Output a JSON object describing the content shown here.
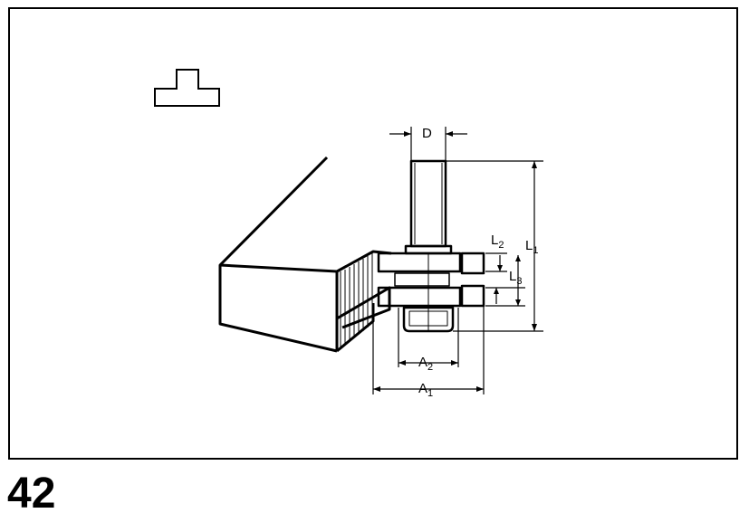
{
  "page_number": "42",
  "labels": {
    "d": "D",
    "l1": {
      "main": "L",
      "sub": "1"
    },
    "l2": {
      "main": "L",
      "sub": "2"
    },
    "l3": {
      "main": "L",
      "sub": "3"
    },
    "a1": {
      "main": "A",
      "sub": "1"
    },
    "a2": {
      "main": "A",
      "sub": "2"
    }
  }
}
